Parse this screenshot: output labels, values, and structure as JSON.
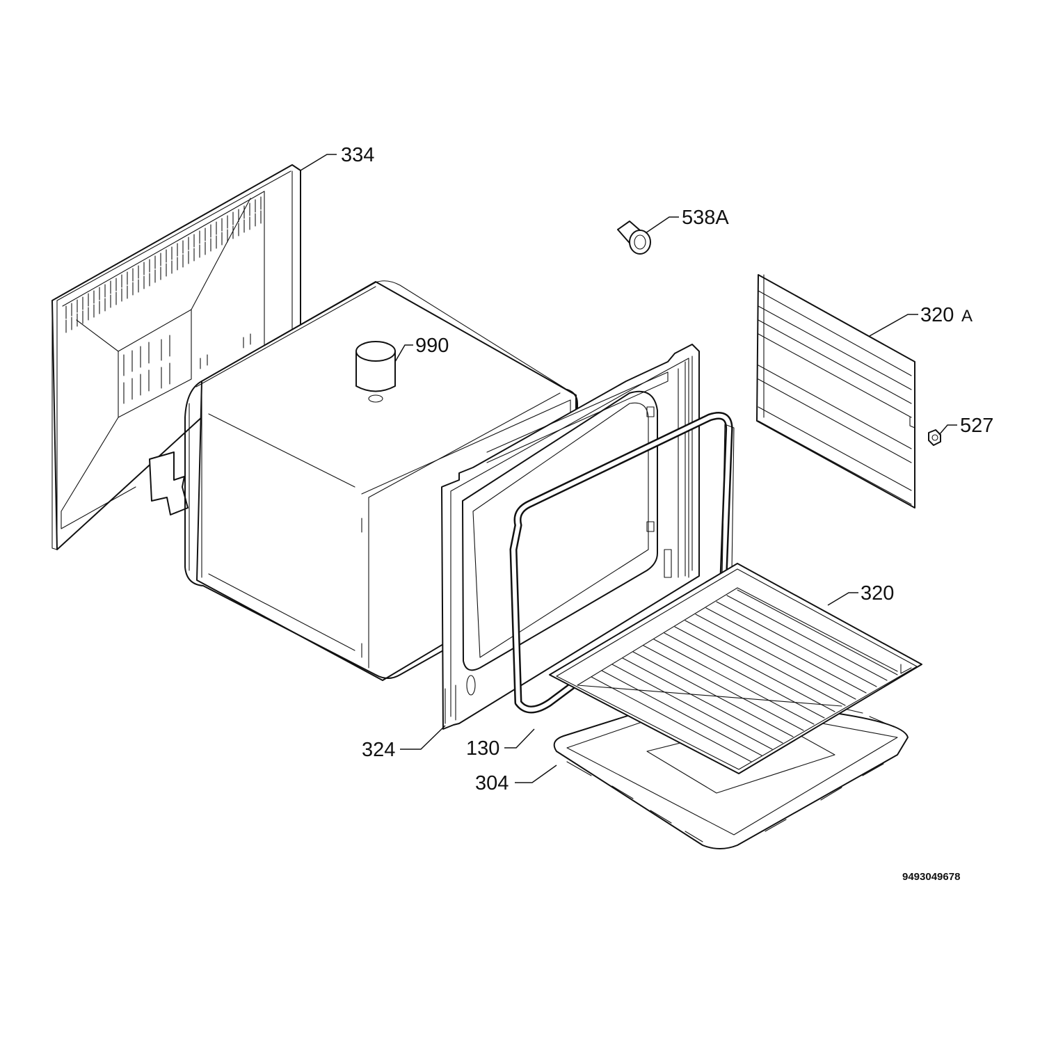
{
  "callouts": {
    "p334": "334",
    "p538a": "538A",
    "p990": "990",
    "p320a": "320",
    "p320a_suffix": "A",
    "p527": "527",
    "p320": "320",
    "p324": "324",
    "p130": "130",
    "p304": "304"
  },
  "document_id": "9493049678"
}
